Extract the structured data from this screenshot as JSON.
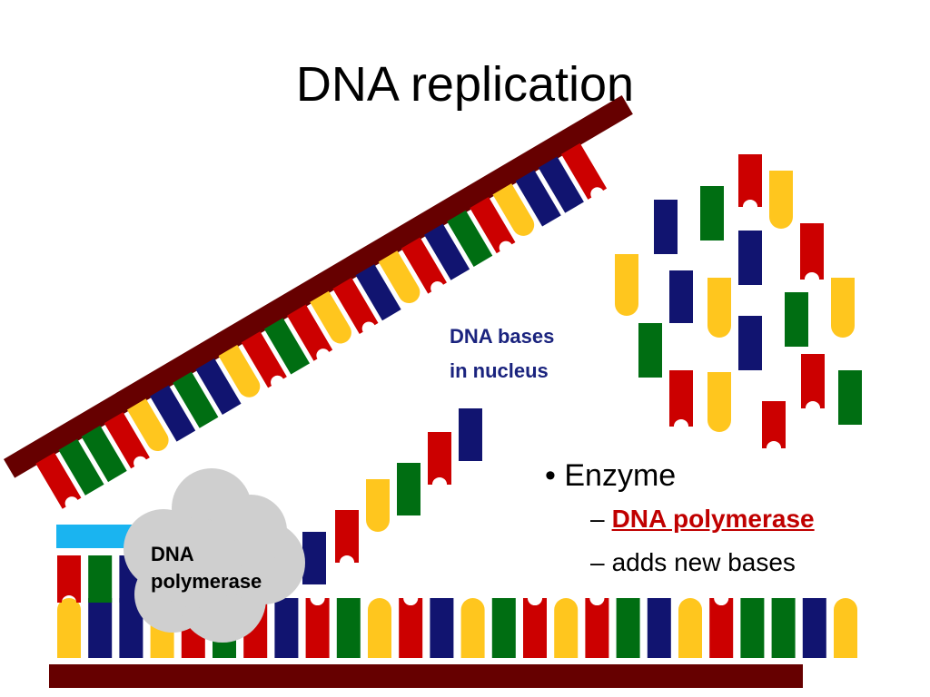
{
  "title": "DNA replication",
  "callout": {
    "line1": "DNA bases",
    "line2": "in nucleus"
  },
  "bullets": {
    "main": "Enzyme",
    "sub1": "DNA polymerase",
    "sub2": "adds new bases",
    "dash": "–"
  },
  "enzyme_label": {
    "line1": "DNA",
    "line2": "polymerase"
  },
  "colors": {
    "backbone": "#660000",
    "red": "#cc0000",
    "green": "#006e12",
    "blue": "#111470",
    "yellow": "#ffc61e",
    "primer": "#1ab4f0",
    "enzyme": "#cfcfcf",
    "callout_text": "#1a237e",
    "highlight_text": "#c00000"
  },
  "icons": [
    "dna-base-block",
    "enzyme-cloud",
    "sugar-phosphate-backbone"
  ]
}
